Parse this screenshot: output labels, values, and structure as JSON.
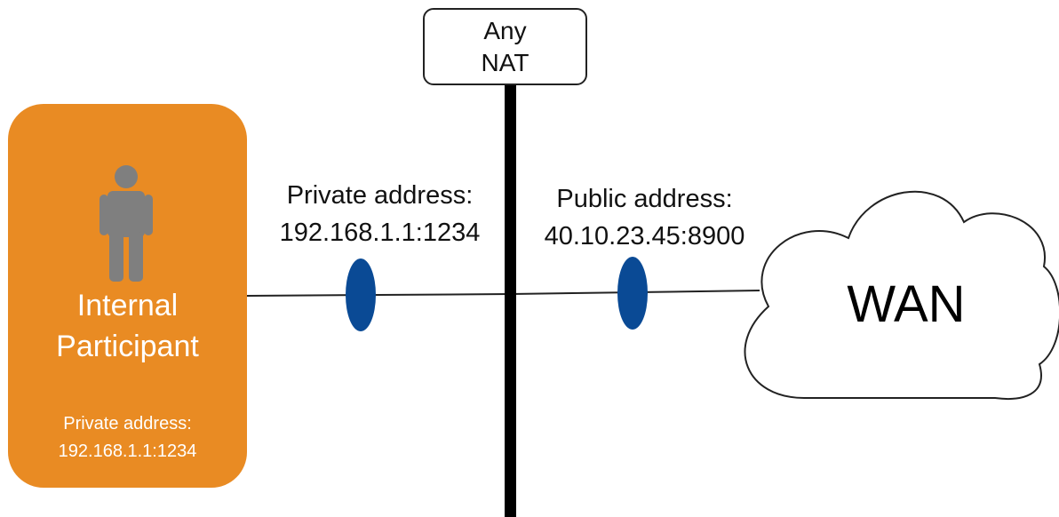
{
  "nat": {
    "line1": "Any",
    "line2": "NAT"
  },
  "participant": {
    "title_line1": "Internal",
    "title_line2": "Participant",
    "addr_label": "Private address:",
    "addr_value": "192.168.1.1:1234"
  },
  "private_label": {
    "line1": "Private address:",
    "line2": "192.168.1.1:1234"
  },
  "public_label": {
    "line1": "Public address:",
    "line2": "40.10.23.45:8900"
  },
  "wan": {
    "label": "WAN"
  },
  "icons": {
    "person": "person-icon",
    "cloud": "cloud-icon",
    "endpoint": "endpoint-marker-icon"
  },
  "colors": {
    "participant_fill": "#e98b23",
    "person_fill": "#7f7f7f",
    "endpoint_fill": "#0a4a95",
    "nat_line": "#000000"
  }
}
